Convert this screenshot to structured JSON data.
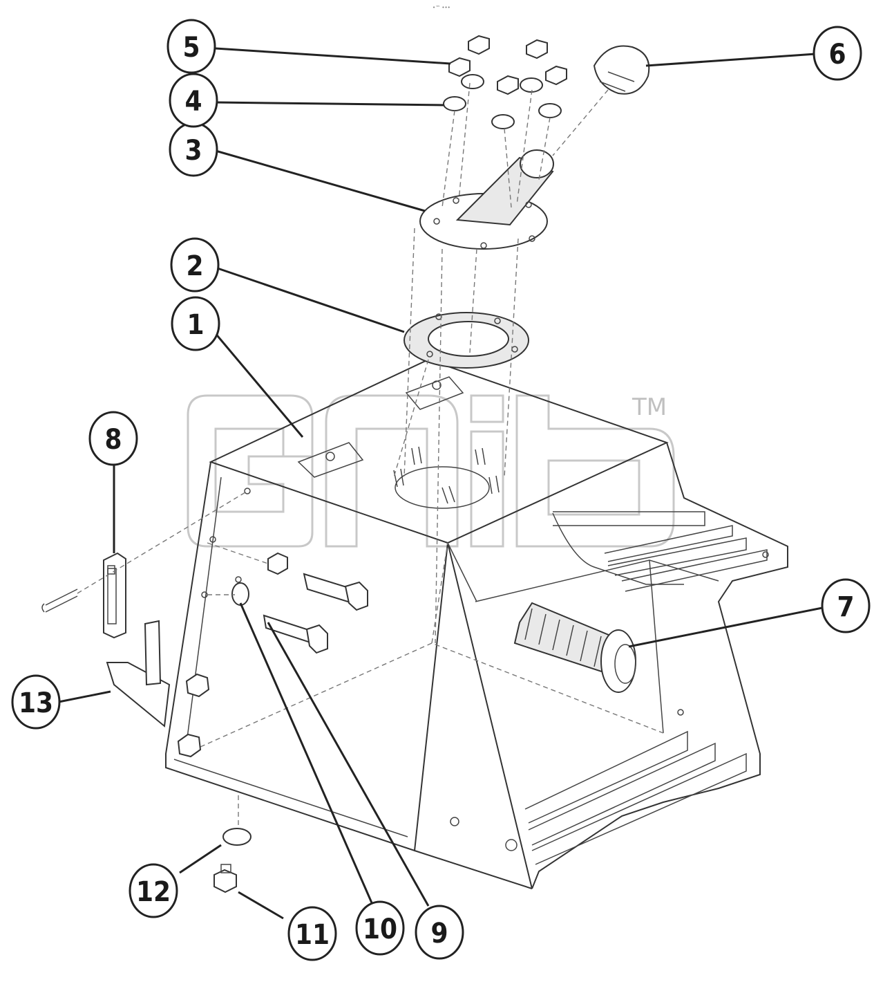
{
  "top_mark": "•™ •••",
  "watermark": {
    "trademark": "TM"
  },
  "callouts": [
    {
      "id": "c1",
      "label": "1"
    },
    {
      "id": "c2",
      "label": "2"
    },
    {
      "id": "c3",
      "label": "3"
    },
    {
      "id": "c4",
      "label": "4"
    },
    {
      "id": "c5",
      "label": "5"
    },
    {
      "id": "c6",
      "label": "6"
    },
    {
      "id": "c7",
      "label": "7"
    },
    {
      "id": "c8",
      "label": "8"
    },
    {
      "id": "c9",
      "label": "9"
    },
    {
      "id": "c10",
      "label": "10"
    },
    {
      "id": "c11",
      "label": "11"
    },
    {
      "id": "c12",
      "label": "12"
    },
    {
      "id": "c13",
      "label": "13"
    }
  ]
}
